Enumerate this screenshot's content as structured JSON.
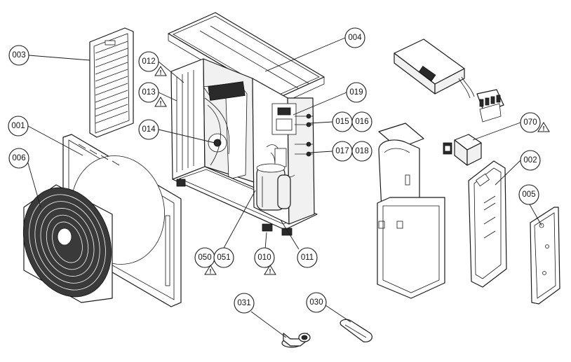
{
  "callouts": [
    {
      "id": "c003",
      "label": "003"
    },
    {
      "id": "c004",
      "label": "004"
    },
    {
      "id": "c012",
      "label": "012"
    },
    {
      "id": "c013",
      "label": "013"
    },
    {
      "id": "c019",
      "label": "019"
    },
    {
      "id": "c014",
      "label": "014"
    },
    {
      "id": "c015",
      "label": "015"
    },
    {
      "id": "c016",
      "label": "016"
    },
    {
      "id": "c001",
      "label": "001"
    },
    {
      "id": "c017",
      "label": "017"
    },
    {
      "id": "c018",
      "label": "018"
    },
    {
      "id": "c070",
      "label": "070"
    },
    {
      "id": "c006",
      "label": "006"
    },
    {
      "id": "c002",
      "label": "002"
    },
    {
      "id": "c005",
      "label": "005"
    },
    {
      "id": "c050",
      "label": "050"
    },
    {
      "id": "c051",
      "label": "051"
    },
    {
      "id": "c010",
      "label": "010"
    },
    {
      "id": "c011",
      "label": "011"
    },
    {
      "id": "c031",
      "label": "031"
    },
    {
      "id": "c030",
      "label": "030"
    }
  ],
  "warnings": [
    {
      "id": "w012",
      "symbol": "!"
    },
    {
      "id": "w013",
      "symbol": "!"
    },
    {
      "id": "w070",
      "symbol": "!"
    },
    {
      "id": "w050",
      "symbol": "!"
    },
    {
      "id": "w010",
      "symbol": "!"
    }
  ]
}
